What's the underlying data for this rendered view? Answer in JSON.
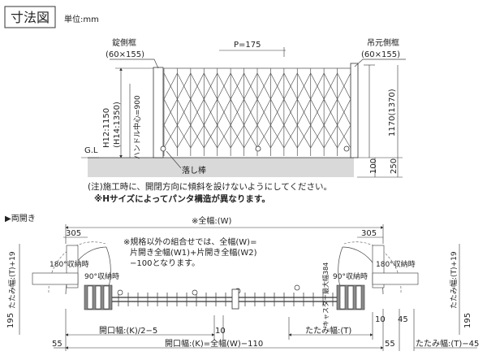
{
  "header": {
    "title": "寸法図",
    "unit": "単位:mm"
  },
  "elevation": {
    "lock_frame": {
      "name": "錠側框",
      "size": "(60×155)"
    },
    "hinge_frame": {
      "name": "吊元側框",
      "size": "(60×155)"
    },
    "pitch": "P=175",
    "left_dims": [
      "H12:1150",
      "(H14:1350)",
      "ハンドル中心=900"
    ],
    "right_dim_height": "1170(1370)",
    "gl": "G.L",
    "drop_bar": "落し棒",
    "dim_100": "100",
    "dim_250": "250"
  },
  "notes": {
    "note1": "(注)施工時に、開閉方向に傾斜を設けないようにしてください。",
    "note2": "※Hサイズによってパンタ構造が異なります。"
  },
  "plan": {
    "section": "▶両開き",
    "full_width": "※全幅:(W)",
    "combo_note": [
      "※規格以外の組合せでは、全幅(W)=",
      "片開き全幅(W1)+片開き全幅(W2)",
      "−100となります。"
    ],
    "left_305": "305",
    "right_305": "305",
    "storage_180_left": "180°収納時",
    "storage_90_left": "90°収納時",
    "storage_180_right": "180°収納時",
    "storage_90_right": "90°収納時",
    "fold_width_left": "たたみ幅:(T)+19",
    "fold_width_right": "たたみ幅:(T)+19",
    "caster_max": "キャスター最大幅384",
    "dim_195_left": "195",
    "dim_195_right": "195",
    "opening_half": "開口幅:(K)/2−5",
    "dim_10": "10",
    "fold_width": "たたみ幅:(T)",
    "dim_10b": "10",
    "dim_45": "45",
    "dim_55_left": "55",
    "opening_full": "開口幅:(K)=全幅(W)−110",
    "dim_55_right": "55",
    "fold_width_t45": "たたみ幅:(T)−45"
  }
}
